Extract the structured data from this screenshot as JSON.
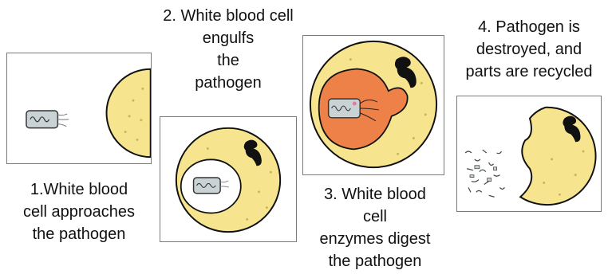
{
  "steps": [
    {
      "number": "1",
      "caption_lines": [
        "1.White blood",
        "cell approaches",
        "the pathogen"
      ]
    },
    {
      "number": "2",
      "caption_lines": [
        "2. White blood cell",
        "engulfs",
        "the",
        "pathogen"
      ]
    },
    {
      "number": "3",
      "caption_lines": [
        "3. White blood",
        "cell",
        "enzymes digest",
        "the pathogen"
      ]
    },
    {
      "number": "4",
      "caption_lines": [
        "4. Pathogen is",
        "destroyed, and",
        "parts are recycled"
      ]
    }
  ],
  "colors": {
    "cell_fill": "#f7e48e",
    "cell_outline": "#111111",
    "nucleus": "#111111",
    "vesicle_fill": "#ffffff",
    "lysosome_fill": "#ee8148",
    "pathogen_fill": "#c9d3d6",
    "panel_border": "#7a7a7a"
  }
}
